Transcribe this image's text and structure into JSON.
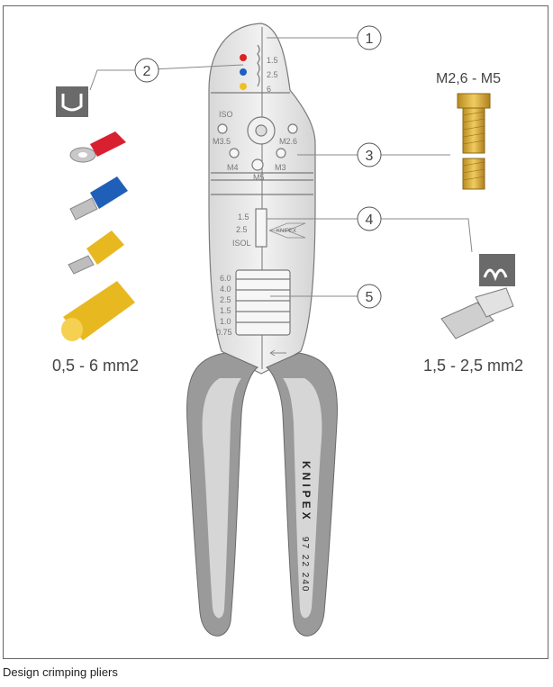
{
  "caption": "Design crimping pliers",
  "callouts": [
    "1",
    "2",
    "3",
    "4",
    "5"
  ],
  "crimp_jaw_sizes": [
    "1.5",
    "2.5",
    "6"
  ],
  "crimp_jaw_colors": [
    "#e02020",
    "#2060c0",
    "#f0c020"
  ],
  "bolt_labels": [
    "ISO",
    "M3.5",
    "M2.6",
    "M4",
    "M3",
    "M5"
  ],
  "bolt_range": "M2,6 - M5",
  "insulated_range": "0,5 - 6 mm2",
  "non_insulated_range": "1,5 - 2,5 mm2",
  "crimp2_sizes": [
    "1.5",
    "2.5",
    "ISOL"
  ],
  "brand_mini": "KNIPEX",
  "strip_sizes": [
    "6.0",
    "4.0",
    "2.5",
    "1.5",
    "1.0",
    "0.75"
  ],
  "brand": "KNIPEX",
  "model": "97 22 240",
  "colors": {
    "handle_gray": "#9a9a9a",
    "handle_light": "#d6d6d6",
    "metal": "#e8e8e8",
    "outline": "#7a7a7a"
  }
}
